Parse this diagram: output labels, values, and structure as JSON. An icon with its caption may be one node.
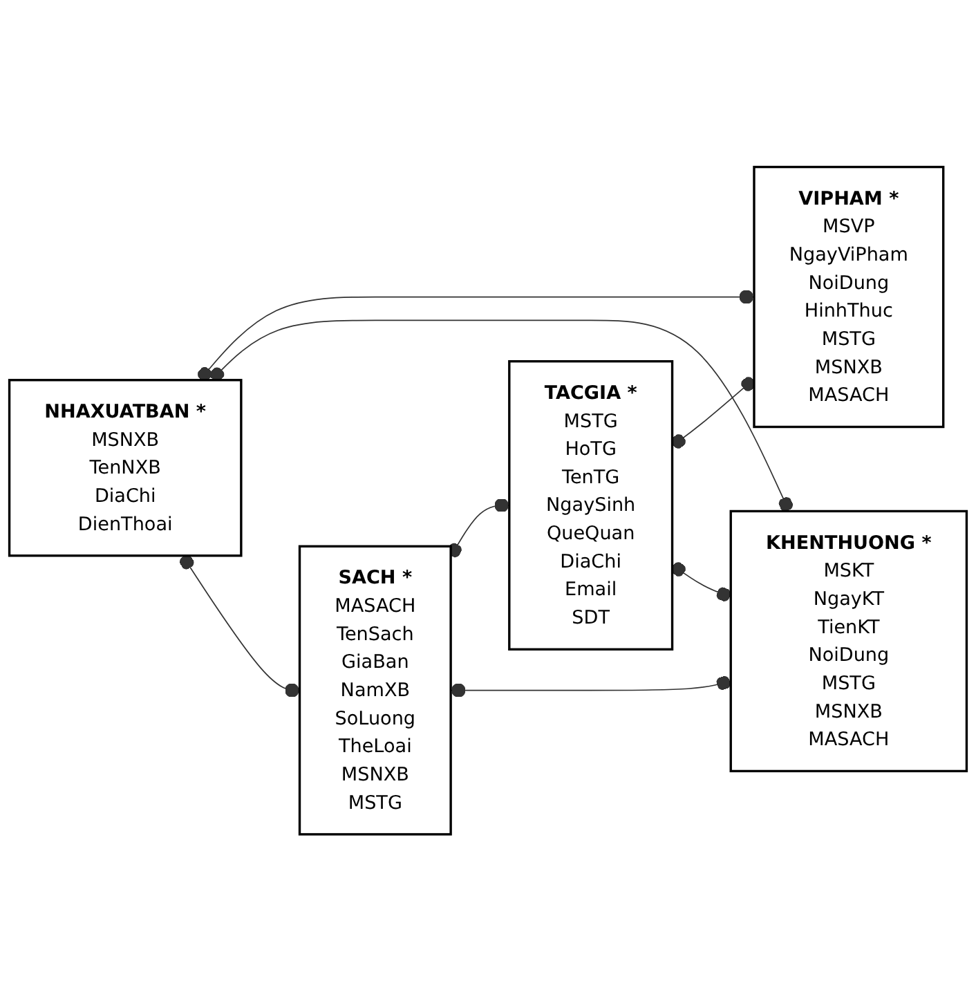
{
  "diagram": {
    "nodes": [
      {
        "text": [
          "NHAXUATBAN *",
          "MSNXB",
          "TenNXB",
          "DiaChi",
          "DienThoai"
        ]
      },
      {
        "text": [
          "VIPHAM *",
          "MSVP",
          "NgayViPham",
          "NoiDung",
          "HinhThuc",
          "MSTG",
          "MSNXB",
          "MASACH"
        ]
      },
      {
        "text": [
          "TACGIA *",
          "MSTG",
          "HoTG",
          "TenTG",
          "NgaySinh",
          "QueQuan",
          "DiaChi",
          "Email",
          "SDT"
        ]
      },
      {
        "text": [
          "SACH *",
          "MASACH",
          "TenSach",
          "GiaBan",
          "NamXB",
          "SoLuong",
          "TheLoai",
          "MSNXB",
          "MSTG"
        ]
      },
      {
        "text": [
          "KHENTHUONG *",
          "MSKT",
          "NgayKT",
          "TienKT",
          "NoiDung",
          "MSTG",
          "MSNXB",
          "MASACH"
        ]
      }
    ],
    "edges": [
      {
        "from": 0,
        "to": 1,
        "arrow": "other"
      },
      {
        "from": 0,
        "to": 4,
        "arrow": "other"
      },
      {
        "from": 2,
        "to": 1,
        "arrow": "other"
      },
      {
        "from": 0,
        "to": 3,
        "arrow": "other"
      },
      {
        "from": 3,
        "to": 2,
        "arrow": "other"
      },
      {
        "from": 2,
        "to": 4,
        "arrow": "other"
      },
      {
        "from": 3,
        "to": 4,
        "arrow": "other"
      }
    ]
  }
}
